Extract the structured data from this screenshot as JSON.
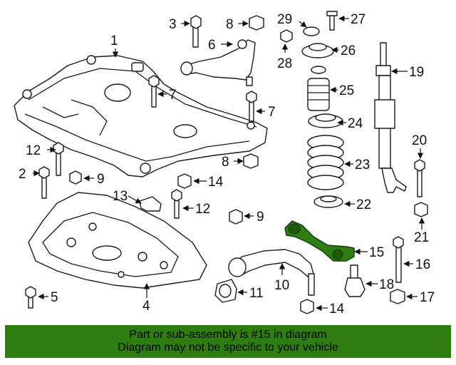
{
  "diagram": {
    "callouts": [
      "1",
      "2",
      "3",
      "4",
      "5",
      "6",
      "7",
      "7",
      "8",
      "8",
      "9",
      "9",
      "10",
      "11",
      "12",
      "12",
      "13",
      "14",
      "14",
      "15",
      "16",
      "17",
      "18",
      "19",
      "20",
      "21",
      "22",
      "23",
      "24",
      "25",
      "26",
      "27",
      "28",
      "29"
    ],
    "highlight_part": "15",
    "highlight_color": "#2e7d10"
  },
  "banner": {
    "line1": "Part or sub-assembly is #15 in diagram",
    "line2": "Diagram may not be specific to your vehicle",
    "background": "#2e7d10"
  }
}
